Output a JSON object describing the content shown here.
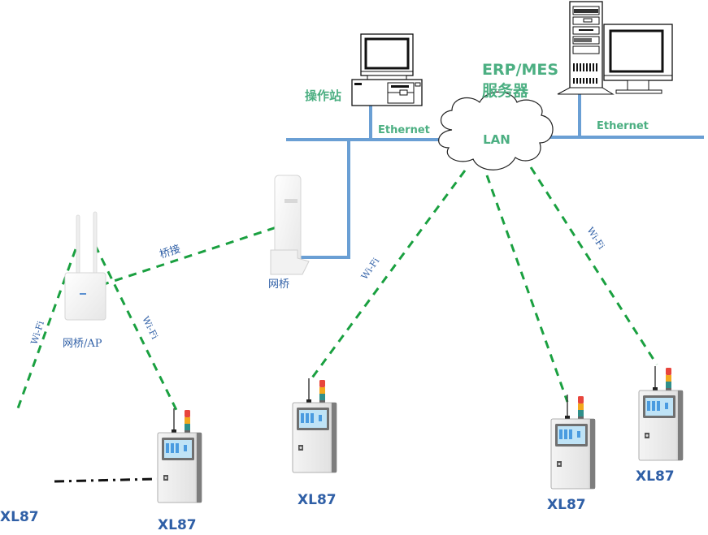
{
  "colors": {
    "ethernet": "#6a9fd4",
    "wireless": "#1aa040",
    "label_green": "#4caf82",
    "label_blue": "#2f5fa6",
    "serial": "#111111"
  },
  "network": {
    "lan_label": "LAN",
    "ethernet_left_label": "Ethernet",
    "ethernet_right_label": "Ethernet"
  },
  "nodes": {
    "operator_station": {
      "label": "操作站",
      "icon": "desktop-pc-icon"
    },
    "server": {
      "label_line1": "ERP/MES",
      "label_line2": "服务器",
      "icon": "tower-server-icon"
    },
    "bridge": {
      "label": "网桥",
      "icon": "outdoor-bridge-icon"
    },
    "bridge_ap": {
      "label": "网桥/AP",
      "icon": "wireless-ap-icon"
    }
  },
  "links": {
    "bridge_link_label": "桥接",
    "wifi_label": "Wi-Fi"
  },
  "devices": [
    {
      "label": "XL87"
    },
    {
      "label": "XL87"
    },
    {
      "label": "XL87"
    },
    {
      "label": "XL87"
    },
    {
      "label": "XL87"
    }
  ]
}
